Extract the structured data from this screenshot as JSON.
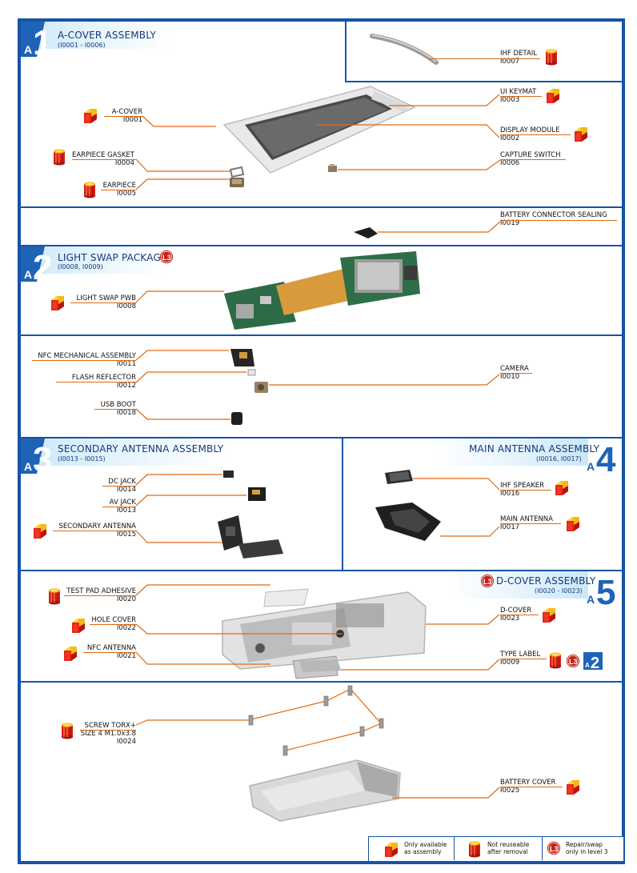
{
  "sections": {
    "a1": {
      "badge": "1",
      "title": "A-COVER ASSEMBLY",
      "subtitle": "(I0001 - I0006)"
    },
    "a2": {
      "badge": "2",
      "title": "LIGHT SWAP PACKAGE",
      "subtitle": "(I0008, I0009)"
    },
    "a3": {
      "badge": "3",
      "title": "SECONDARY ANTENNA ASSEMBLY",
      "subtitle": "(I0013 - I0015)"
    },
    "a4": {
      "badge": "4",
      "title": "MAIN ANTENNA ASSEMBLY",
      "subtitle": "(I0016, I0017)"
    },
    "a5": {
      "badge": "5",
      "title": "D-COVER ASSEMBLY",
      "subtitle": "(I0020 - I0023)"
    }
  },
  "badge_prefix": "A",
  "level_mark": "L3",
  "type_label_badge": {
    "prefix": "A",
    "number": "2"
  },
  "parts": {
    "ihf_detail": {
      "name": "IHF DETAIL",
      "code": "I0007"
    },
    "ui_keymat": {
      "name": "UI KEYMAT",
      "code": "I0003"
    },
    "a_cover": {
      "name": "A-COVER",
      "code": "I0001"
    },
    "display_module": {
      "name": "DISPLAY MODULE",
      "code": "I0002"
    },
    "earpiece_gasket": {
      "name": "EARPIECE GASKET",
      "code": "I0004"
    },
    "capture_switch": {
      "name": "CAPTURE SWITCH",
      "code": "I0006"
    },
    "earpiece": {
      "name": "EARPIECE",
      "code": "I0005"
    },
    "battery_connector_sealing": {
      "name": "BATTERY CONNECTOR SEALING",
      "code": "I0019"
    },
    "light_swap_pwb": {
      "name": "LIGHT SWAP PWB",
      "code": "I0008"
    },
    "nfc_mechanical_assembly": {
      "name": "NFC MECHANICAL ASSEMBLY",
      "code": "I0011"
    },
    "flash_reflector": {
      "name": "FLASH REFLECTOR",
      "code": "I0012"
    },
    "camera": {
      "name": "CAMERA",
      "code": "I0010"
    },
    "usb_boot": {
      "name": "USB BOOT",
      "code": "I0018"
    },
    "dc_jack": {
      "name": "DC JACK",
      "code": "I0014"
    },
    "av_jack": {
      "name": "AV JACK",
      "code": "I0013"
    },
    "secondary_antenna": {
      "name": "SECONDARY ANTENNA",
      "code": "I0015"
    },
    "ihf_speaker": {
      "name": "IHF SPEAKER",
      "code": "I0016"
    },
    "main_antenna": {
      "name": "MAIN ANTENNA",
      "code": "I0017"
    },
    "test_pad_adhesive": {
      "name": "TEST PAD ADHESIVE",
      "code": "I0020"
    },
    "hole_cover": {
      "name": "HOLE COVER",
      "code": "I0022"
    },
    "d_cover": {
      "name": "D-COVER",
      "code": "I0023"
    },
    "nfc_antenna": {
      "name": "NFC ANTENNA",
      "code": "I0021"
    },
    "type_label": {
      "name": "TYPE LABEL",
      "code": "I0009"
    },
    "screw": {
      "name1": "SCREW TORX+",
      "name2": "SIZE 4 M1.0x3.8",
      "code": "I0024"
    },
    "battery_cover": {
      "name": "BATTERY COVER",
      "code": "I0025"
    }
  },
  "legend": {
    "assembly": [
      "Only available",
      "as assembly"
    ],
    "not_reusable": [
      "Not reuseable",
      "after removal"
    ],
    "level3": [
      "Repair/swap",
      "only in level 3"
    ]
  },
  "colors": {
    "frame": "#1554a6",
    "leader": "#e06a12",
    "cube_front": "#e8251b",
    "cube_top": "#fcd233",
    "l3": "#c4201a"
  }
}
